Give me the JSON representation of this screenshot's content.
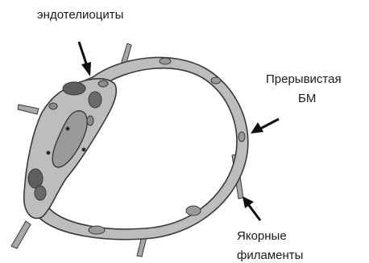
{
  "labels": {
    "endothelium": "эндотелиоциты",
    "bm_line1": "Прерывистая",
    "bm_line2": "БМ",
    "filaments_line1": "Якорные",
    "filaments_line2": "филаменты"
  },
  "colors": {
    "outline": "#3a3a3a",
    "cell_fill": "#bdbdbd",
    "dark_organelle": "#5e5e5e",
    "arrow": "#111111",
    "text": "#1a1a1a"
  }
}
